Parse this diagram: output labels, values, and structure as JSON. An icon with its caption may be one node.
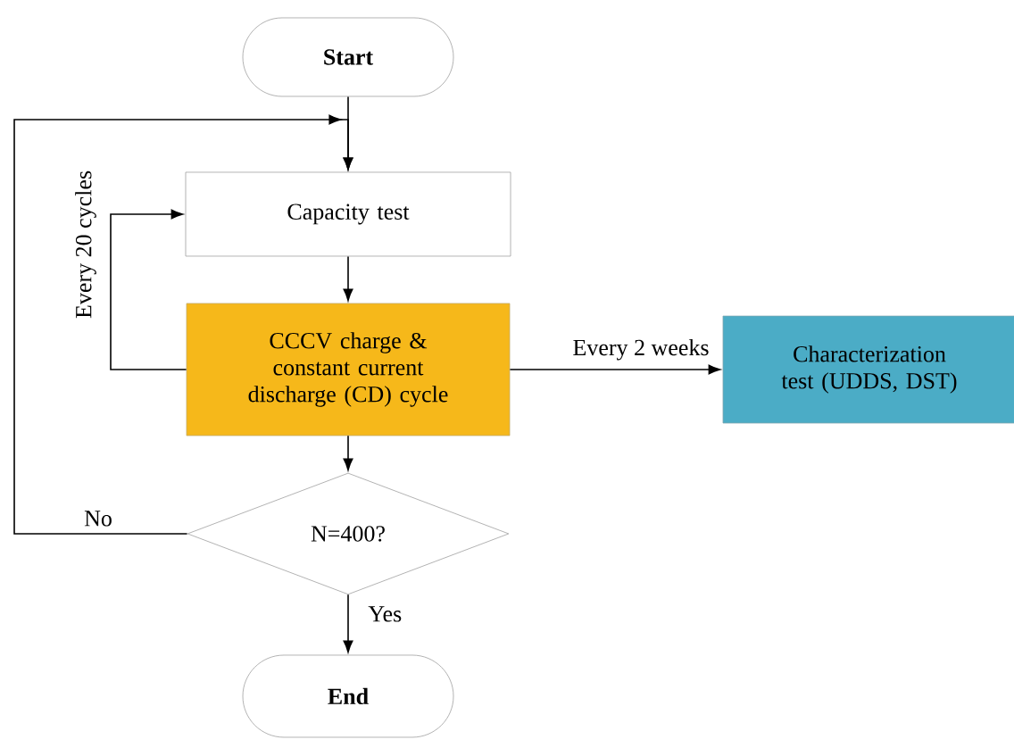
{
  "diagram": {
    "nodes": [
      {
        "text": [
          "Start"
        ]
      },
      {
        "text": [
          "Capacity test"
        ]
      },
      {
        "text": [
          "CCCV charge & constant current discharge (CD) cycle"
        ]
      },
      {
        "text": [
          "Characterization test (UDDS, DST)"
        ]
      },
      {
        "text": [
          "N=400?"
        ]
      },
      {
        "text": [
          "End"
        ]
      }
    ],
    "edges": [
      {
        "from": 0,
        "to": 1,
        "arrow": "to"
      },
      {
        "from": 1,
        "to": 2,
        "arrow": "to"
      },
      {
        "from": 2,
        "to": 1,
        "arrow": "to",
        "label": "Every 20 cycles"
      },
      {
        "from": 2,
        "to": 3,
        "arrow": "to",
        "label": "Every 2 weeks"
      },
      {
        "from": 2,
        "to": 4,
        "arrow": "to"
      },
      {
        "from": 4,
        "to": 1,
        "arrow": "to",
        "label": "No"
      },
      {
        "from": 4,
        "to": 5,
        "arrow": "to",
        "label": "Yes"
      }
    ]
  }
}
